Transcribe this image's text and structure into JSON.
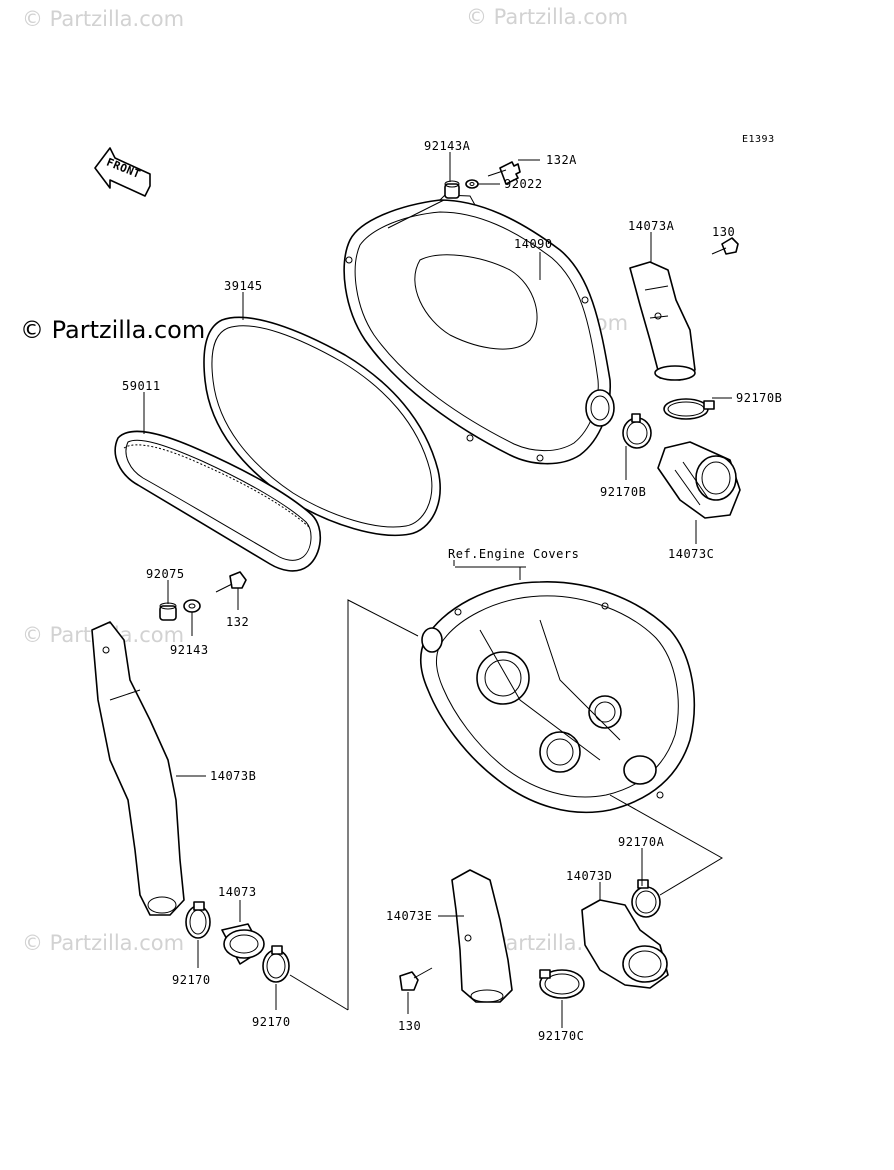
{
  "watermarks": [
    "© Partzilla.com",
    "© Partzilla.com",
    "© Partzilla.com",
    "© Partzilla.com",
    "© Partzilla.com",
    "© Partzilla.com"
  ],
  "brand": "© Partzilla.com",
  "diagram_code": "E1393",
  "front_label": "FRONT",
  "reference_note": "Ref.Engine Covers",
  "parts": {
    "p92143A": "92143A",
    "p132A": "132A",
    "p92022": "92022",
    "p14090": "14090",
    "p14073A": "14073A",
    "p130_top": "130",
    "p39145": "39145",
    "p59011": "59011",
    "p92170B_right": "92170B",
    "p92170B_left": "92170B",
    "p14073C": "14073C",
    "p92075": "92075",
    "p132": "132",
    "p92143": "92143",
    "p14073B": "14073B",
    "p14073": "14073",
    "p92170_a": "92170",
    "p92170_b": "92170",
    "p92170A": "92170A",
    "p14073D": "14073D",
    "p14073E": "14073E",
    "p130_bottom": "130",
    "p92170C": "92170C"
  }
}
